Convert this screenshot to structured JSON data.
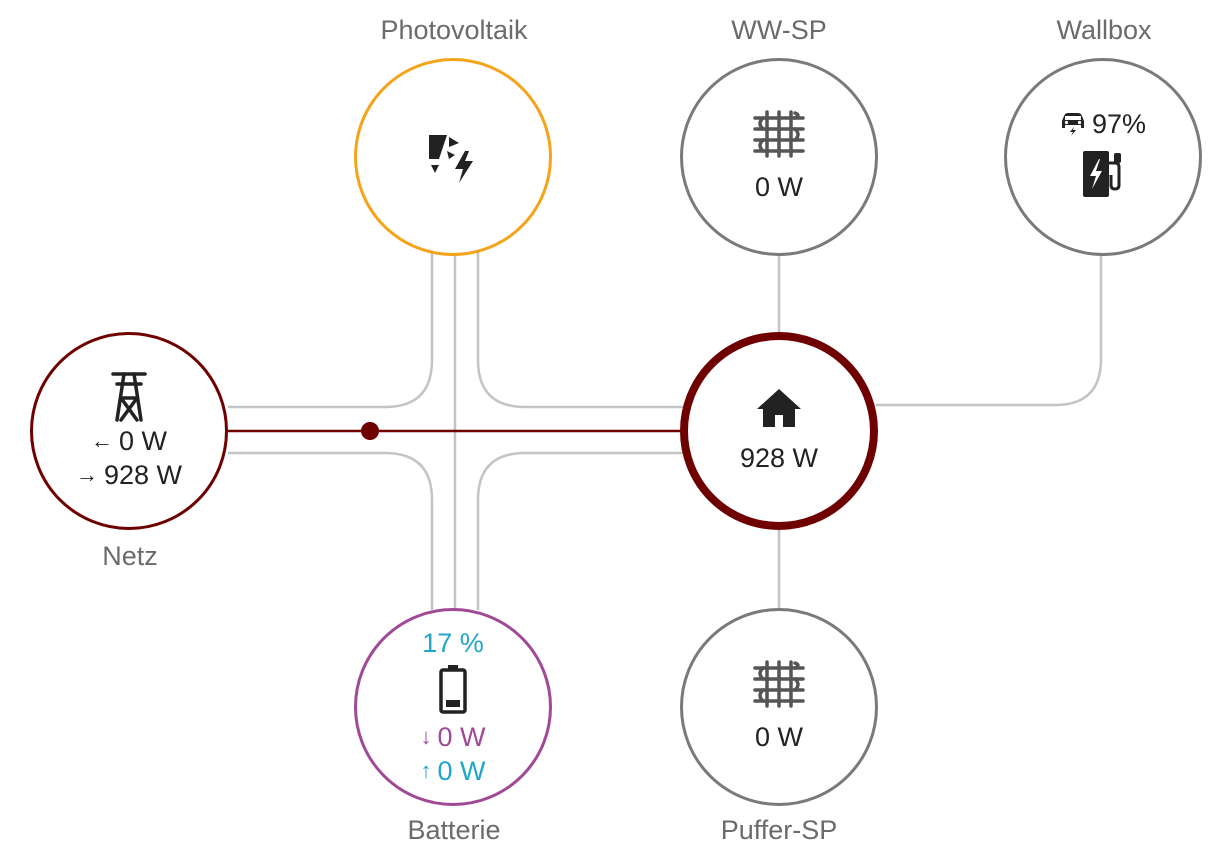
{
  "nodes": {
    "solar": {
      "label": "Photovoltaik",
      "color": "#f5a31a"
    },
    "water_heater": {
      "label": "WW-SP",
      "value": "0 W",
      "color": "#7a7a7a"
    },
    "wallbox": {
      "label": "Wallbox",
      "soc": "97%",
      "color": "#7a7a7a"
    },
    "grid": {
      "label": "Netz",
      "return": "0 W",
      "consumption": "928 W",
      "color": "#6f0000"
    },
    "home": {
      "value": "928 W",
      "color": "#6f0000"
    },
    "battery": {
      "label": "Batterie",
      "soc": "17 %",
      "in": "0 W",
      "out": "0 W",
      "color": "#a04a96",
      "soc_color": "#1fa6c8"
    },
    "buffer": {
      "label": "Puffer-SP",
      "value": "0 W",
      "color": "#7a7a7a"
    }
  },
  "icons": {
    "solar": "solar-power-icon",
    "water_heater": "radiator-icon",
    "wallbox": "ev-station-icon",
    "car": "car-charging-icon",
    "grid": "transmission-tower-icon",
    "home": "home-icon",
    "battery": "battery-low-icon",
    "buffer": "radiator-icon"
  },
  "arrows": {
    "left": "←",
    "right": "→",
    "down": "↓",
    "up": "↑"
  },
  "flow_colors": {
    "idle": "#c4c4c4",
    "grid_to_home": "#6f0000"
  }
}
